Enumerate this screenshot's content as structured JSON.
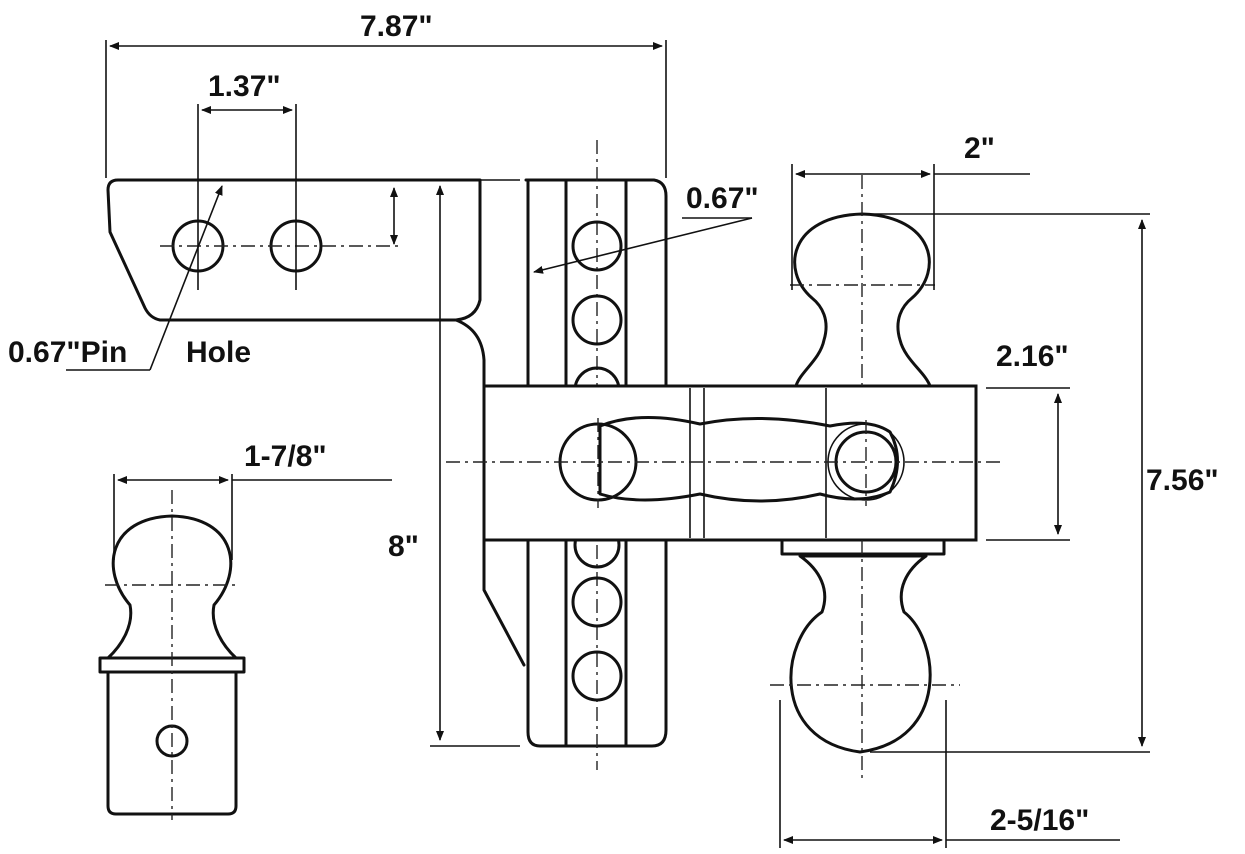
{
  "dimensions": {
    "overall_length": "7.87\"",
    "hole_spacing": "1.37\"",
    "pin_hole_label": "0.67\"Pin",
    "pin_hole_word": "Hole",
    "hole_diameter": "0.67\"",
    "ball_top_diameter": "2\"",
    "ball_spacing": "2.16\"",
    "total_drop": "7.56\"",
    "shank_height": "8\"",
    "small_ball_diameter": "1-7/8\"",
    "ball_bottom_diameter": "2-5/16\""
  }
}
